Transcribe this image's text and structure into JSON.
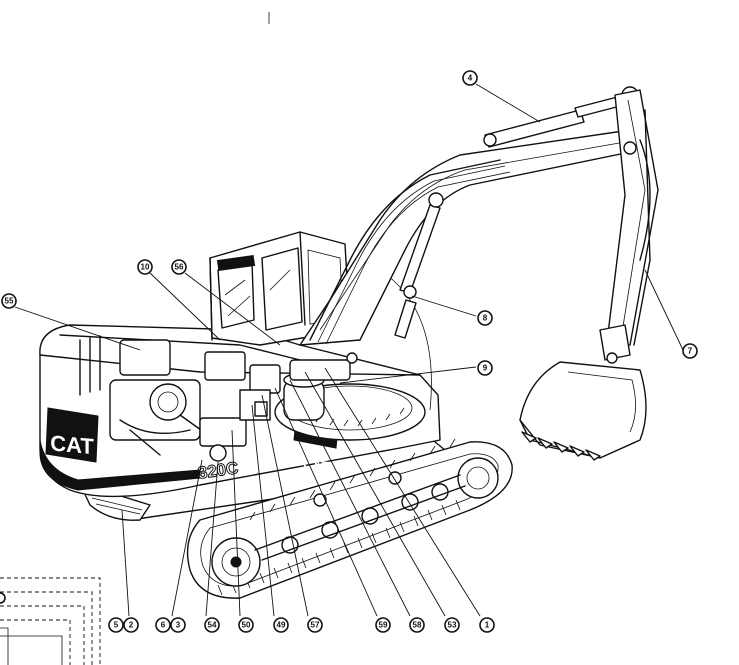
{
  "brand_text": "CAT",
  "model_text": "320C",
  "callouts": [
    {
      "id": "4",
      "label": "4"
    },
    {
      "id": "10",
      "label": "10"
    },
    {
      "id": "56",
      "label": "56"
    },
    {
      "id": "55",
      "label": "55"
    },
    {
      "id": "8",
      "label": "8"
    },
    {
      "id": "9",
      "label": "9"
    },
    {
      "id": "7",
      "label": "7"
    },
    {
      "id": "5",
      "label": "5"
    },
    {
      "id": "2",
      "label": "2"
    },
    {
      "id": "6",
      "label": "6"
    },
    {
      "id": "3",
      "label": "3"
    },
    {
      "id": "54",
      "label": "54"
    },
    {
      "id": "50",
      "label": "50"
    },
    {
      "id": "49",
      "label": "49"
    },
    {
      "id": "57",
      "label": "57"
    },
    {
      "id": "59",
      "label": "59"
    },
    {
      "id": "58",
      "label": "58"
    },
    {
      "id": "53",
      "label": "53"
    },
    {
      "id": "1",
      "label": "1"
    }
  ]
}
